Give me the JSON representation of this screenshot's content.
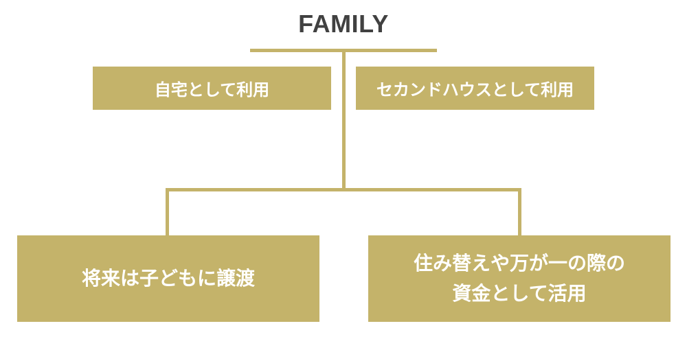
{
  "diagram": {
    "title": "FAMILY",
    "top_options": [
      "自宅として利用",
      "セカンドハウスとして利用"
    ],
    "bottom_options": [
      {
        "lines": [
          "将来は子どもに譲渡"
        ]
      },
      {
        "lines": [
          "住み替えや万が一の際の",
          "資金として活用"
        ]
      }
    ],
    "accent_color": "#c4b36a",
    "title_color": "#414141"
  }
}
